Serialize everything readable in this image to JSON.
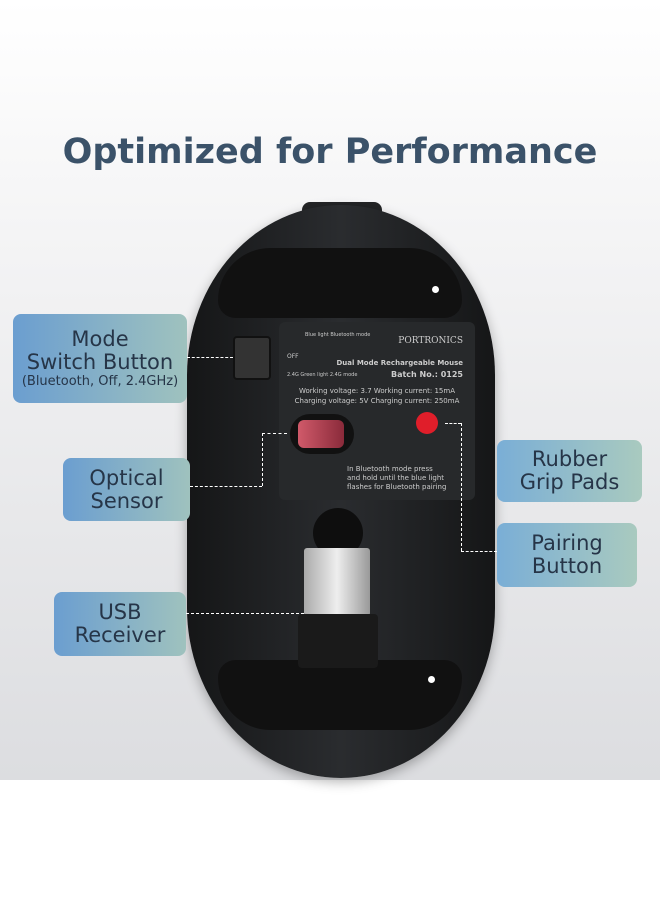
{
  "title": "Optimized for Performance",
  "labels": {
    "mode": {
      "line1": "Mode",
      "line2": "Switch Button",
      "sub": "(Bluetooth, Off, 2.4GHz)"
    },
    "optical": {
      "line1": "Optical",
      "line2": "Sensor"
    },
    "usb": {
      "line1": "USB",
      "line2": "Receiver"
    },
    "rubber": {
      "line1": "Rubber",
      "line2": "Grip Pads"
    },
    "pairing": {
      "line1": "Pairing",
      "line2": "Button"
    }
  },
  "panel": {
    "brand": "PORTRONICS",
    "bt_mode": "Blue light Bluetooth mode",
    "off": "OFF",
    "g_mode": "2.4G Green light 2.4G mode",
    "product": "Dual Mode Rechargeable Mouse",
    "batch": "Batch No.: 0125",
    "spec1": "Working voltage: 3.7 Working current: 15mA",
    "spec2": "Charging voltage: 5V Charging current: 250mA",
    "instructions": "In Bluetooth mode press and hold until the blue light flashes for Bluetooth pairing"
  },
  "colors": {
    "title": "#3b5269",
    "label_start": "#6b9ed0",
    "label_end": "#9fc2be",
    "pairing_button": "#e01e2a"
  }
}
